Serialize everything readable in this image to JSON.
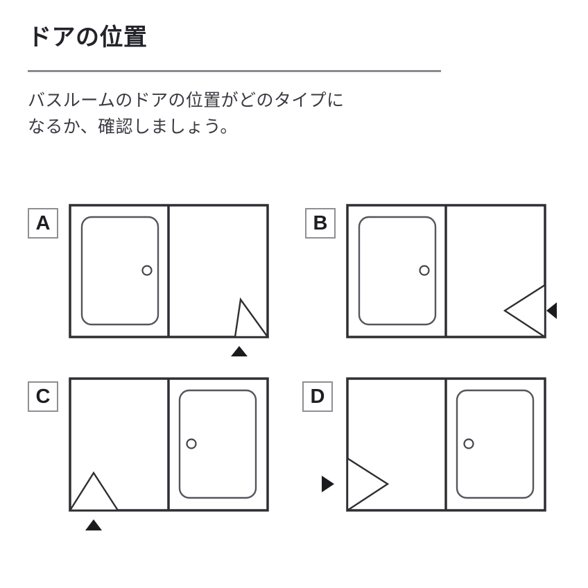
{
  "header": {
    "title": "ドアの位置",
    "description_lines": [
      "バスルームのドアの位置がどのタイプに",
      "なるか、確認しましょう。"
    ]
  },
  "theme": {
    "ink": "#2b2b30",
    "rule": "#8a8a90",
    "frame_stroke": "#2e2e33",
    "tub_stroke": "#55555c",
    "marker_fill": "#1b1b1f",
    "label_border": "#8e8e94",
    "background": "#ffffff"
  },
  "diagrams": [
    {
      "id": "a",
      "label": "A",
      "tub_side": "left",
      "door_wall": "bottom",
      "door_corner": "bottom-right",
      "marker_direction": "up",
      "marker_position": "below-right"
    },
    {
      "id": "b",
      "label": "B",
      "tub_side": "left",
      "door_wall": "right",
      "door_corner": "bottom-right",
      "marker_direction": "left",
      "marker_position": "right-outside"
    },
    {
      "id": "c",
      "label": "C",
      "tub_side": "right",
      "door_wall": "bottom",
      "door_corner": "bottom-left",
      "marker_direction": "up",
      "marker_position": "below-left"
    },
    {
      "id": "d",
      "label": "D",
      "tub_side": "right",
      "door_wall": "left",
      "door_corner": "bottom-left",
      "marker_direction": "right",
      "marker_position": "left-outside"
    }
  ]
}
